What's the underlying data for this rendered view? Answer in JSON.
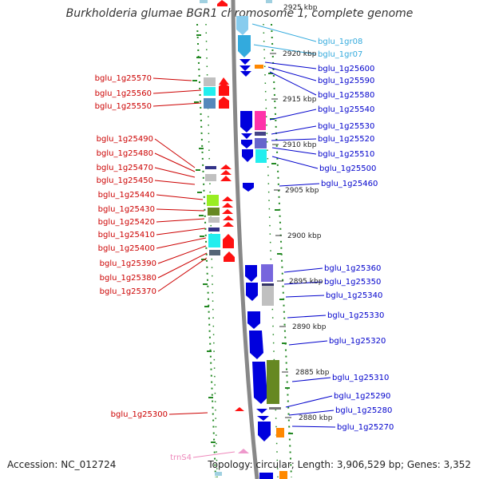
{
  "title": "Burkholderia glumae BGR1 chromosome 1, complete genome",
  "footer": {
    "accession": "Accession: NC_012724",
    "topology": "Topology: circular; Length: 3,906,529 bp; Genes: 3,352"
  },
  "colors": {
    "left_label": "#cc0000",
    "right_label": "#0000cc",
    "right_label_rna": "#33aadd",
    "left_label_rna": "#ee88bb",
    "tick_dot": "#228822",
    "backbone": "#888888"
  },
  "kbp_marks": [
    "2925 kbp",
    "2920 kbp",
    "2915 kbp",
    "2910 kbp",
    "2905 kbp",
    "2900 kbp",
    "2895 kbp",
    "2890 kbp",
    "2885 kbp",
    "2880 kbp"
  ],
  "left_labels": [
    "bglu_1g25570",
    "bglu_1g25560",
    "bglu_1g25550",
    "bglu_1g25490",
    "bglu_1g25480",
    "bglu_1g25470",
    "bglu_1g25450",
    "bglu_1g25440",
    "bglu_1g25430",
    "bglu_1g25420",
    "bglu_1g25410",
    "bglu_1g25400",
    "bglu_1g25390",
    "bglu_1g25380",
    "bglu_1g25370",
    "bglu_1g25300",
    "trnS4"
  ],
  "right_labels": [
    "bglu_1gr08",
    "bglu_1gr07",
    "bglu_1g25600",
    "bglu_1g25590",
    "bglu_1g25580",
    "bglu_1g25540",
    "bglu_1g25530",
    "bglu_1g25520",
    "bglu_1g25510",
    "bglu_1g25500",
    "bglu_1g25460",
    "bglu_1g25360",
    "bglu_1g25350",
    "bglu_1g25340",
    "bglu_1g25330",
    "bglu_1g25320",
    "bglu_1g25310",
    "bglu_1g25290",
    "bglu_1g25280",
    "bglu_1g25270"
  ]
}
